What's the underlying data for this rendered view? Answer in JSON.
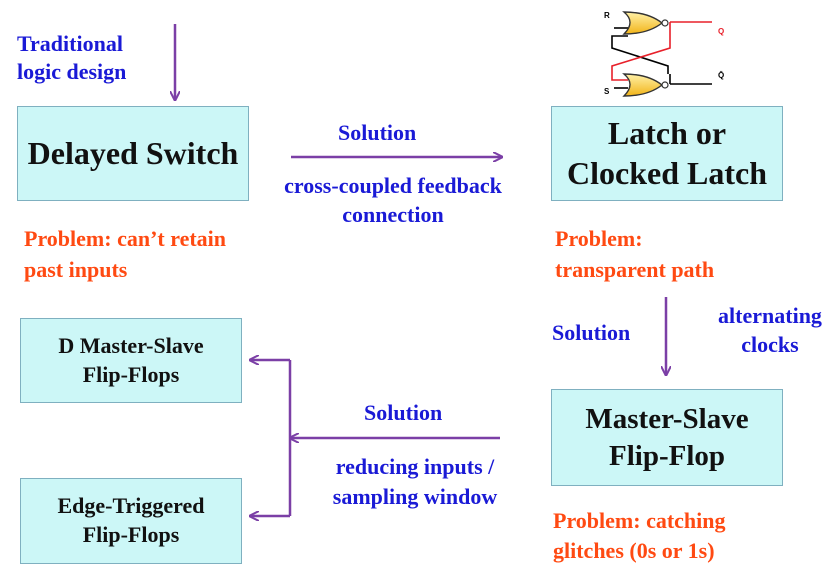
{
  "labels": {
    "traditional": "Traditional logic design",
    "solution_top": "Solution",
    "cross_coupled": "cross-coupled feedback connection",
    "problem_left": "Problem:  can’t retain past inputs",
    "problem_right": "Problem: transparent  path",
    "solution_right": "Solution",
    "alternating": "alternating clocks",
    "solution_bottom": "Solution",
    "reducing": "reducing inputs / sampling window",
    "problem_bottom": "Problem:  catching glitches (0s or 1s)"
  },
  "boxes": {
    "delayed_switch": "Delayed Switch",
    "latch": "Latch or Clocked Latch",
    "master_slave": "Master-Slave Flip-Flop",
    "d_master_slave": "D Master-Slave Flip-Flops",
    "edge_triggered": "Edge-Triggered Flip-Flops"
  },
  "latch_circuit": {
    "r": "R",
    "s": "S",
    "q": "Q",
    "qbar": "Q̄"
  },
  "colors": {
    "arrow": "#7b3fa6",
    "label_blue": "#1a1ad6",
    "problem_red": "#ff4a12",
    "box_fill": "#ccf7f7",
    "wire_red": "#e8202a"
  }
}
